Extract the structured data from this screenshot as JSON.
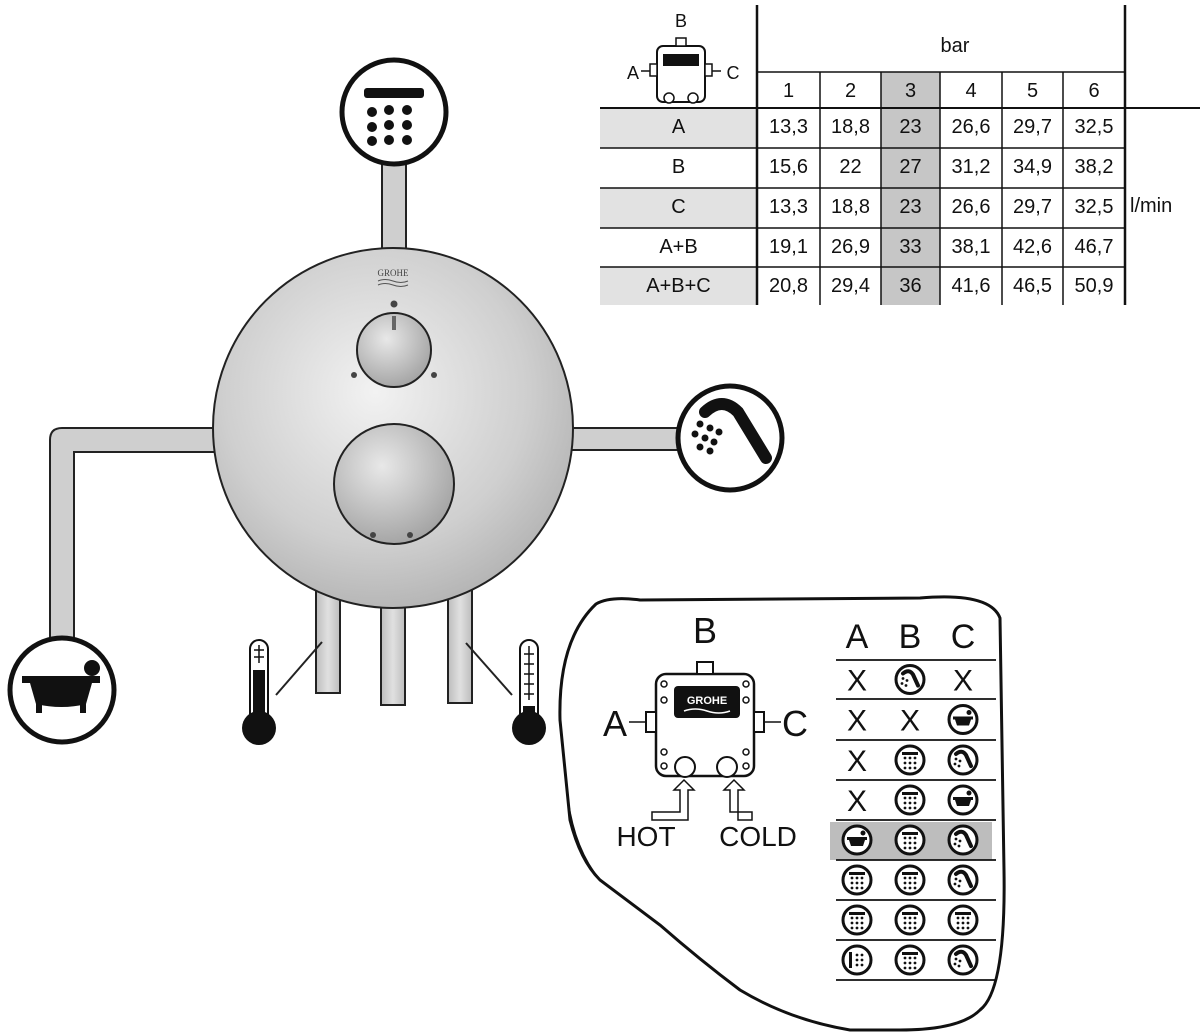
{
  "brand": "GROHE",
  "flow_table": {
    "outlet_diagram_labels": {
      "a": "A",
      "b": "B",
      "c": "C"
    },
    "pressure_unit": "bar",
    "flow_unit": "l/min",
    "pressures": [
      "1",
      "2",
      "3",
      "4",
      "5",
      "6"
    ],
    "highlight_pressure": "3",
    "rows": [
      {
        "outlet": "A",
        "values": [
          "13,3",
          "18,8",
          "23",
          "26,6",
          "29,7",
          "32,5"
        ],
        "shaded": true
      },
      {
        "outlet": "B",
        "values": [
          "15,6",
          "22",
          "27",
          "31,2",
          "34,9",
          "38,2"
        ],
        "shaded": false
      },
      {
        "outlet": "C",
        "values": [
          "13,3",
          "18,8",
          "23",
          "26,6",
          "29,7",
          "32,5"
        ],
        "shaded": true
      },
      {
        "outlet": "A+B",
        "values": [
          "19,1",
          "26,9",
          "33",
          "38,1",
          "42,6",
          "46,7"
        ],
        "shaded": false
      },
      {
        "outlet": "A+B+C",
        "values": [
          "20,8",
          "29,4",
          "36",
          "41,6",
          "46,5",
          "50,9"
        ],
        "shaded": true
      }
    ]
  },
  "detail": {
    "outlet_labels": {
      "a": "A",
      "b": "B",
      "c": "C"
    },
    "hot_label": "HOT",
    "cold_label": "COLD",
    "columns": [
      "A",
      "B",
      "C"
    ],
    "rows": [
      [
        "X",
        "hand-shower-icon",
        "X"
      ],
      [
        "X",
        "X",
        "bathtub-icon"
      ],
      [
        "X",
        "shower-head-icon",
        "hand-shower-icon"
      ],
      [
        "X",
        "shower-head-icon",
        "bathtub-icon"
      ],
      [
        "bathtub-icon",
        "shower-head-icon",
        "hand-shower-icon"
      ],
      [
        "shower-head-icon",
        "shower-head-icon",
        "hand-shower-icon"
      ],
      [
        "shower-head-icon",
        "shower-head-icon",
        "shower-head-icon"
      ],
      [
        "side-spray-icon",
        "shower-head-icon",
        "hand-shower-icon"
      ]
    ],
    "highlight_row": 4
  },
  "icons": {
    "top_outlet": "overhead-shower-icon",
    "right_outlet": "hand-shower-icon",
    "left_outlet": "bathtub-icon",
    "hot_supply": "thermometer-hot-icon",
    "cold_supply": "thermometer-cold-icon"
  }
}
